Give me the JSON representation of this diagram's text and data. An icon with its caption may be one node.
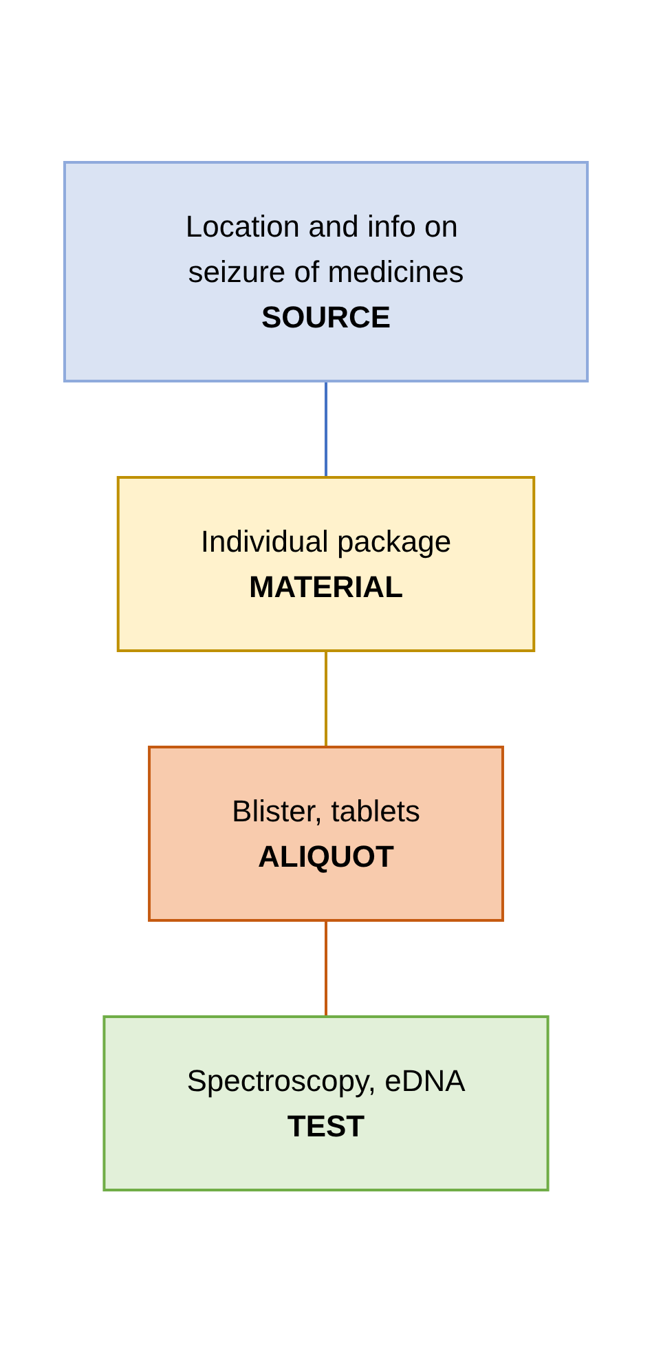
{
  "diagram": {
    "nodes": [
      {
        "text": [
          "Location and info on seizure of medicines",
          "SOURCE"
        ]
      },
      {
        "text": [
          "Individual package",
          "MATERIAL"
        ]
      },
      {
        "text": [
          "Blister, tablets",
          "ALIQUOT"
        ]
      },
      {
        "text": [
          "Spectroscopy, eDNA",
          "TEST"
        ]
      }
    ],
    "edges": [
      {
        "from": 0,
        "to": 1,
        "arrow": "none",
        "color": "#4472c4"
      },
      {
        "from": 1,
        "to": 2,
        "arrow": "none",
        "color": "#bf9000"
      },
      {
        "from": 2,
        "to": 3,
        "arrow": "none",
        "color": "#c55a11"
      }
    ]
  }
}
